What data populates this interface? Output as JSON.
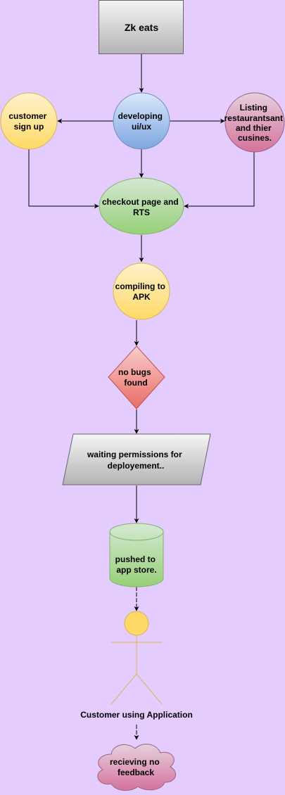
{
  "diagram": {
    "nodes": {
      "zk_eats": {
        "label": "Zk eats"
      },
      "customer_signup": {
        "lines": [
          "customer",
          "sign up"
        ]
      },
      "developing": {
        "lines": [
          "developing",
          "ui/ux"
        ]
      },
      "listing": {
        "lines": [
          "Listing",
          "restaurantsant",
          "and thier",
          "cusines."
        ]
      },
      "checkout": {
        "lines": [
          "checkout page and",
          "RTS"
        ]
      },
      "compiling": {
        "lines": [
          "compiling to",
          "APK"
        ]
      },
      "no_bugs": {
        "lines": [
          "no bugs",
          "found"
        ]
      },
      "waiting": {
        "lines": [
          "waiting permissions for",
          "deployement.."
        ]
      },
      "pushed": {
        "lines": [
          "pushed to",
          "app store."
        ]
      },
      "customer_actor": {
        "label": "Customer using Application"
      },
      "feedback": {
        "lines": [
          "recieving no",
          "feedback"
        ]
      }
    },
    "colors": {
      "background": "#e5ccff",
      "gray_gradient": [
        "#f5f5f5",
        "#b3b3b3"
      ],
      "yellow_gradient": [
        "#fff2cc",
        "#ffd966"
      ],
      "blue_gradient": [
        "#dae8fc",
        "#7ea6e0"
      ],
      "pink_gradient": [
        "#e6d0de",
        "#d5739d"
      ],
      "green_gradient": [
        "#d5e8d4",
        "#97d077"
      ],
      "red_gradient": [
        "#f8cecc",
        "#ea6b66"
      ],
      "actor_fill": "#ffd966",
      "actor_stroke": "#d6b656"
    }
  }
}
